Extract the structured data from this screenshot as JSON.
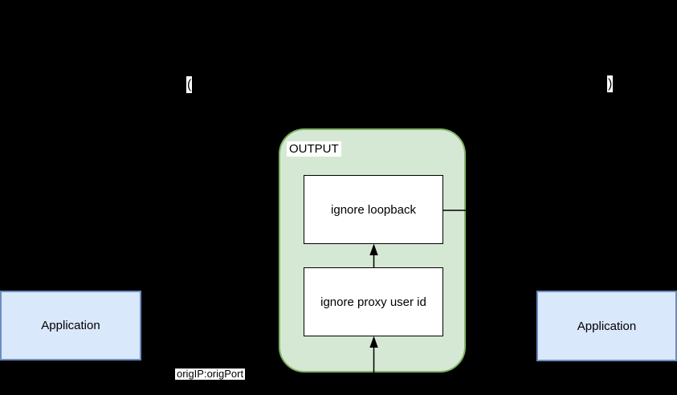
{
  "canvas": {
    "background": "#000000"
  },
  "colors": {
    "chain_fill": "#d5e8d4",
    "chain_border": "#82b366",
    "app_fill": "#dae8fc",
    "app_border": "#6c8ebf",
    "node_fill": "#ffffff",
    "node_border": "#000000",
    "connector": "#000000"
  },
  "chain": {
    "title": "OUTPUT",
    "nodes": [
      {
        "label": "ignore loopback"
      },
      {
        "label": "ignore proxy user id"
      }
    ]
  },
  "applications": {
    "left": {
      "label": "Application"
    },
    "right": {
      "label": "Application"
    }
  },
  "edge_labels": {
    "open_paren": "(",
    "close_paren": ")",
    "orig_endpoint": "origIP:origPort"
  }
}
